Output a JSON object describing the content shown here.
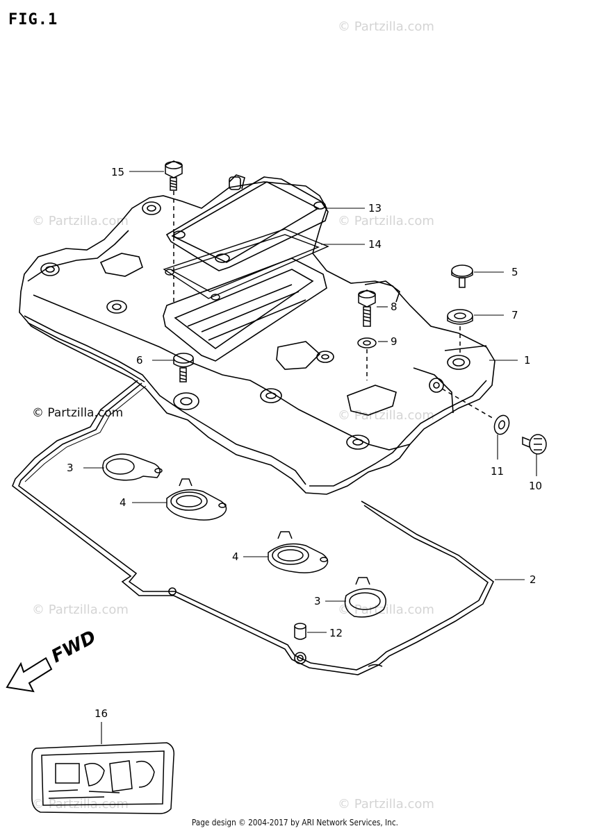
{
  "figure": {
    "title": "FIG.1"
  },
  "direction_label": "FWD",
  "watermark": {
    "text": "© Partzilla.com"
  },
  "footer": {
    "text": "Page design © 2004-2017 by ARI Network Services, Inc."
  },
  "callouts": [
    {
      "id": "callout-15",
      "label": "15"
    },
    {
      "id": "callout-13",
      "label": "13"
    },
    {
      "id": "callout-14",
      "label": "14"
    },
    {
      "id": "callout-5",
      "label": "5"
    },
    {
      "id": "callout-8",
      "label": "8"
    },
    {
      "id": "callout-7",
      "label": "7"
    },
    {
      "id": "callout-9",
      "label": "9"
    },
    {
      "id": "callout-1",
      "label": "1"
    },
    {
      "id": "callout-6",
      "label": "6"
    },
    {
      "id": "callout-11",
      "label": "11"
    },
    {
      "id": "callout-10",
      "label": "10"
    },
    {
      "id": "callout-3a",
      "label": "3"
    },
    {
      "id": "callout-4a",
      "label": "4"
    },
    {
      "id": "callout-4b",
      "label": "4"
    },
    {
      "id": "callout-2",
      "label": "2"
    },
    {
      "id": "callout-3b",
      "label": "3"
    },
    {
      "id": "callout-12",
      "label": "12"
    },
    {
      "id": "callout-16",
      "label": "16"
    }
  ],
  "colors": {
    "line": "#000000",
    "watermark": "#d4d4d4",
    "background": "#ffffff"
  }
}
